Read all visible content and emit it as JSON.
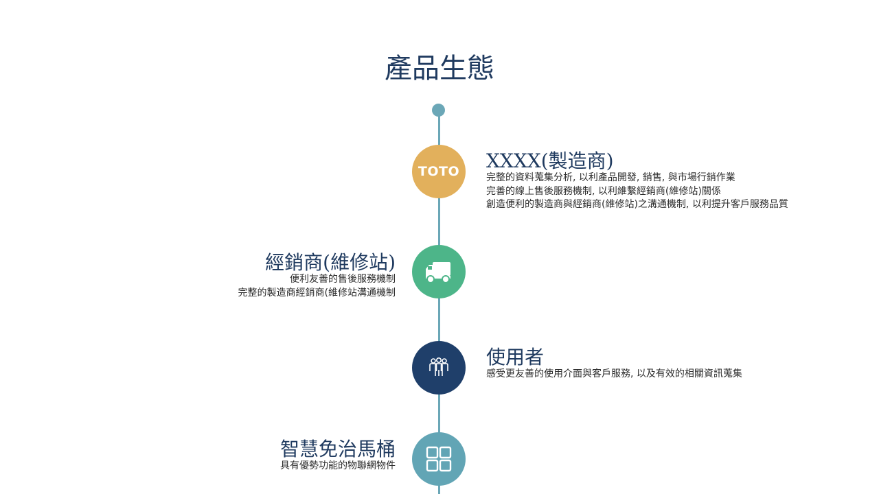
{
  "slide": {
    "title": "產品生態"
  },
  "colors": {
    "title": "#1f3a5f",
    "timeline": "#6ba7b7",
    "manufacturer_node": "#e2b05c",
    "dealer_node": "#4db589",
    "user_node": "#1f3f6a",
    "toilet_node": "#62a5b5"
  },
  "items": [
    {
      "node_label": "TOTO",
      "title": "XXXX(製造商)",
      "desc": [
        "完整的資料蒐集分析, 以利產品開發, 銷售, 與市場行銷作業",
        "完善的線上售後服務機制, 以利維繫經銷商(維修站)關係",
        "創造便利的製造商與經銷商(維修站)之溝通機制, 以利提升客戶服務品質"
      ]
    },
    {
      "icon": "truck-icon",
      "title": "經銷商(維修站)",
      "desc": [
        "便利友善的售後服務機制",
        "完整的製造商經銷商(維修站溝通機制"
      ]
    },
    {
      "icon": "users-group-icon",
      "title": "使用者",
      "desc": [
        "感受更友善的使用介面與客戶服務, 以及有效的相關資訊蒐集"
      ]
    },
    {
      "icon": "grid-icon",
      "title": "智慧免治馬桶",
      "desc": [
        "具有優勢功能的物聯網物件"
      ]
    }
  ]
}
